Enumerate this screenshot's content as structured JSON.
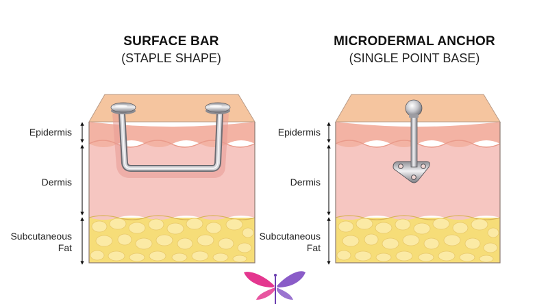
{
  "panels": [
    {
      "title": "SURFACE BAR",
      "subtitle": "(STAPLE SHAPE)",
      "layers": [
        "Epidermis",
        "Dermis",
        "Subcutaneous\nFat"
      ]
    },
    {
      "title": "MICRODERMAL ANCHOR",
      "subtitle": "(SINGLE POINT BASE)",
      "layers": [
        "Epidermis",
        "Dermis",
        "Subcutaneous\nFat"
      ]
    }
  ],
  "colors": {
    "surface": "#f5c59f",
    "epidermis": "#f6b5a4",
    "dermis": "#f7c7c2",
    "fat": "#f6e07a",
    "fat_globule": "#fbeba7",
    "metal": "#c8c8cc",
    "logo_pink": "#e4378f",
    "logo_purple": "#8a5cc8"
  },
  "logo": {
    "icon": "butterfly-logo-icon"
  }
}
